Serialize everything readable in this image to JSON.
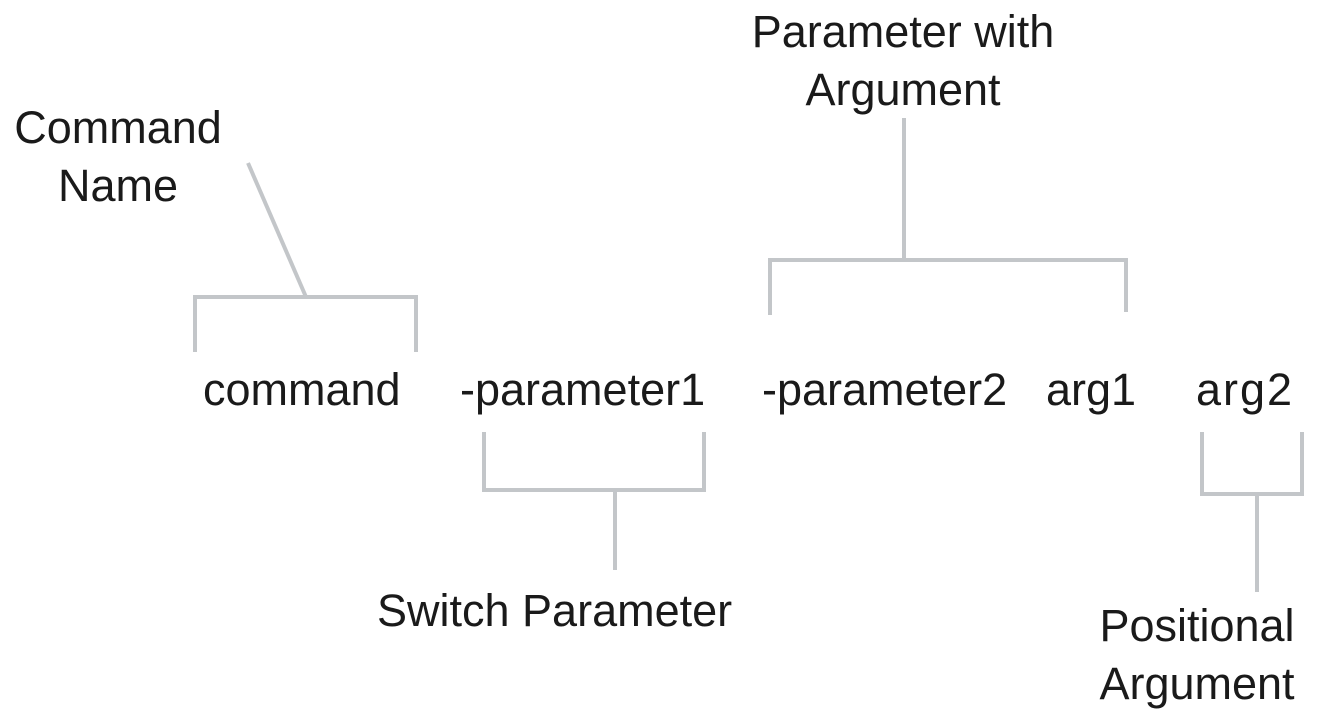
{
  "labels": {
    "command_name_line1": "Command",
    "command_name_line2": "Name",
    "param_with_arg_line1": "Parameter with",
    "param_with_arg_line2": "Argument",
    "switch_parameter": "Switch Parameter",
    "positional_line1": "Positional",
    "positional_line2": "Argument"
  },
  "command_line": {
    "command": "command",
    "parameter1": "-parameter1",
    "parameter2": "-parameter2",
    "arg1": "arg1",
    "arg2": "arg2"
  },
  "colors": {
    "line": "#c3c6c9",
    "text": "#1a1a1a"
  }
}
